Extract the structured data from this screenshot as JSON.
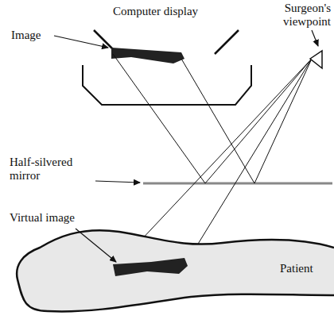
{
  "diagram": {
    "labels": [
      "Computer display",
      "Image",
      "Surgeon's viewpoint",
      "Half-silvered mirror",
      "Virtual image",
      "Patient"
    ]
  }
}
